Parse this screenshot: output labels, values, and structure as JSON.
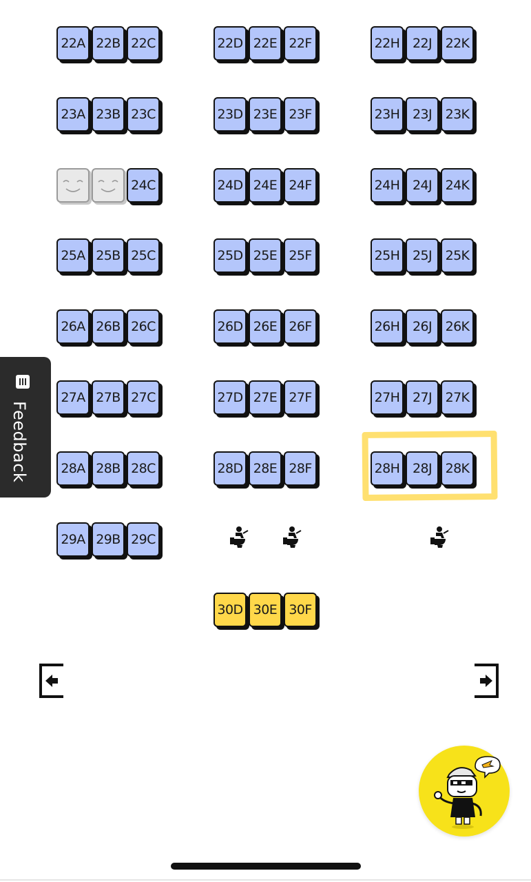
{
  "seat_map": {
    "rows": [
      {
        "row": "22",
        "groups": [
          [
            {
              "label": "22A"
            },
            {
              "label": "22B"
            },
            {
              "label": "22C"
            }
          ],
          [
            {
              "label": "22D"
            },
            {
              "label": "22E"
            },
            {
              "label": "22F"
            }
          ],
          [
            {
              "label": "22H"
            },
            {
              "label": "22J"
            },
            {
              "label": "22K"
            }
          ]
        ]
      },
      {
        "row": "23",
        "groups": [
          [
            {
              "label": "23A"
            },
            {
              "label": "23B"
            },
            {
              "label": "23C"
            }
          ],
          [
            {
              "label": "23D"
            },
            {
              "label": "23E"
            },
            {
              "label": "23F"
            }
          ],
          [
            {
              "label": "23H"
            },
            {
              "label": "23J"
            },
            {
              "label": "23K"
            }
          ]
        ]
      },
      {
        "row": "24",
        "groups": [
          [
            {
              "label": "",
              "status": "occupied"
            },
            {
              "label": "",
              "status": "occupied"
            },
            {
              "label": "24C"
            }
          ],
          [
            {
              "label": "24D"
            },
            {
              "label": "24E"
            },
            {
              "label": "24F"
            }
          ],
          [
            {
              "label": "24H"
            },
            {
              "label": "24J"
            },
            {
              "label": "24K"
            }
          ]
        ]
      },
      {
        "row": "25",
        "groups": [
          [
            {
              "label": "25A"
            },
            {
              "label": "25B"
            },
            {
              "label": "25C"
            }
          ],
          [
            {
              "label": "25D"
            },
            {
              "label": "25E"
            },
            {
              "label": "25F"
            }
          ],
          [
            {
              "label": "25H"
            },
            {
              "label": "25J"
            },
            {
              "label": "25K"
            }
          ]
        ]
      },
      {
        "row": "26",
        "groups": [
          [
            {
              "label": "26A"
            },
            {
              "label": "26B"
            },
            {
              "label": "26C"
            }
          ],
          [
            {
              "label": "26D"
            },
            {
              "label": "26E"
            },
            {
              "label": "26F"
            }
          ],
          [
            {
              "label": "26H"
            },
            {
              "label": "26J"
            },
            {
              "label": "26K"
            }
          ]
        ]
      },
      {
        "row": "27",
        "groups": [
          [
            {
              "label": "27A"
            },
            {
              "label": "27B"
            },
            {
              "label": "27C"
            }
          ],
          [
            {
              "label": "27D"
            },
            {
              "label": "27E"
            },
            {
              "label": "27F"
            }
          ],
          [
            {
              "label": "27H"
            },
            {
              "label": "27J"
            },
            {
              "label": "27K"
            }
          ]
        ]
      },
      {
        "row": "28",
        "groups": [
          [
            {
              "label": "28A"
            },
            {
              "label": "28B"
            },
            {
              "label": "28C"
            }
          ],
          [
            {
              "label": "28D"
            },
            {
              "label": "28E"
            },
            {
              "label": "28F"
            }
          ],
          [
            {
              "label": "28H"
            },
            {
              "label": "28J"
            },
            {
              "label": "28K"
            }
          ]
        ]
      },
      {
        "row": "29",
        "groups": [
          [
            {
              "label": "29A"
            },
            {
              "label": "29B"
            },
            {
              "label": "29C"
            }
          ],
          [],
          []
        ]
      },
      {
        "row": "30",
        "groups": [
          [],
          [
            {
              "label": "30D",
              "status": "premium"
            },
            {
              "label": "30E",
              "status": "premium"
            },
            {
              "label": "30F",
              "status": "premium"
            }
          ],
          []
        ]
      }
    ],
    "highlighted_seats": [
      "28H",
      "28J",
      "28K"
    ],
    "lavatory_icons": [
      "lavatory-icon",
      "lavatory-icon",
      "lavatory-icon"
    ],
    "colors": {
      "available": "#b4c6fb",
      "occupied": "#e9e9e9",
      "premium": "#ffd84a",
      "highlight": "#ffd640"
    }
  },
  "feedback_tab": {
    "label": "Feedback",
    "icon": "menu-icon"
  },
  "navigation": {
    "prev_icon": "arrow-left-icon",
    "next_icon": "arrow-right-icon"
  },
  "assistant_button": {
    "icon": "mascot-icon",
    "color": "#f7e21a"
  }
}
